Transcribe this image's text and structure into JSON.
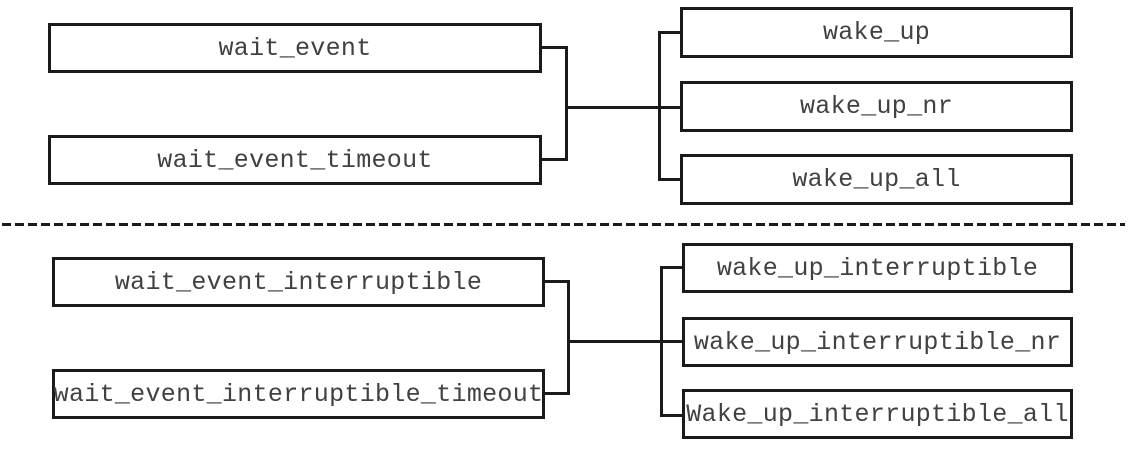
{
  "sections": [
    {
      "wait": [
        "wait_event",
        "wait_event_timeout"
      ],
      "wake": [
        "wake_up",
        "wake_up_nr",
        "wake_up_all"
      ]
    },
    {
      "wait": [
        "wait_event_interruptible",
        "wait_event_interruptible_timeout"
      ],
      "wake": [
        "wake_up_interruptible",
        "wake_up_interruptible_nr",
        "Wake_up_interruptible_all"
      ]
    }
  ],
  "colors": {
    "box_border": "#1a1a1a",
    "connector_line": "#1a1a1a",
    "separator_line": "#1a1a1a",
    "text": "#414141",
    "background": "#ffffff"
  }
}
